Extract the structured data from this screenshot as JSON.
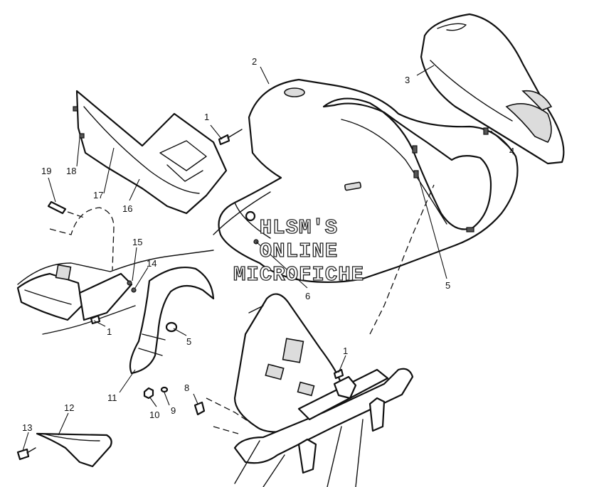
{
  "watermark": {
    "line1": "HLSM'S",
    "line2": "ONLINE",
    "line3": "MICROFICHE"
  },
  "callouts": {
    "c1_top": "1",
    "c1_mid": "1",
    "c1_frame": "1",
    "c2": "2",
    "c3": "3",
    "c4": "4",
    "c5_right": "5",
    "c5_left": "5",
    "c6": "6",
    "c8": "8",
    "c9": "9",
    "c10": "10",
    "c11": "11",
    "c12": "12",
    "c13": "13",
    "c14": "14",
    "c15": "15",
    "c16": "16",
    "c17": "17",
    "c18": "18",
    "c19": "19"
  }
}
